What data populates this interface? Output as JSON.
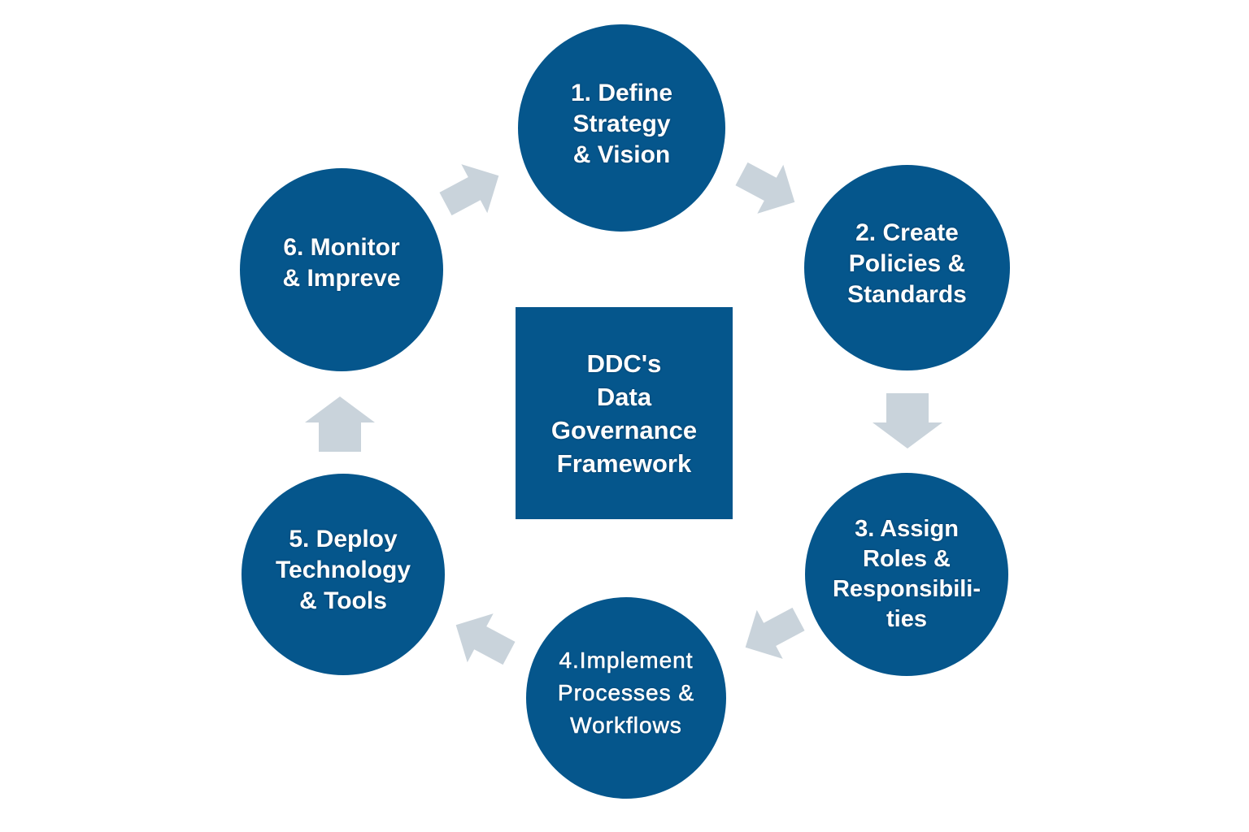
{
  "diagram": {
    "type": "cycle",
    "center": {
      "title": "DDC's\nData\nGovernance\nFramework"
    },
    "steps": [
      {
        "number": 1,
        "label": "1. Define\nStrategy\n& Vision"
      },
      {
        "number": 2,
        "label": "2. Create\nPolicies &\nStandards"
      },
      {
        "number": 3,
        "label": "3. Assign\nRoles &\nResponsibili-\nties"
      },
      {
        "number": 4,
        "label": "4.Implement\nProcesses &\nWorkflows"
      },
      {
        "number": 5,
        "label": "5. Deploy\nTechnology\n& Tools"
      },
      {
        "number": 6,
        "label": "6. Monitor\n& Impreve"
      }
    ],
    "flow": [
      {
        "from": 1,
        "to": 2,
        "direction": "down-right"
      },
      {
        "from": 2,
        "to": 3,
        "direction": "down"
      },
      {
        "from": 3,
        "to": 4,
        "direction": "down-left"
      },
      {
        "from": 4,
        "to": 5,
        "direction": "up-left"
      },
      {
        "from": 5,
        "to": 6,
        "direction": "up"
      },
      {
        "from": 6,
        "to": 1,
        "direction": "up-right"
      }
    ],
    "colors": {
      "node_fill": "#05568c",
      "arrow_fill": "#c9d3db",
      "text": "#ffffff",
      "background": "#ffffff"
    }
  }
}
